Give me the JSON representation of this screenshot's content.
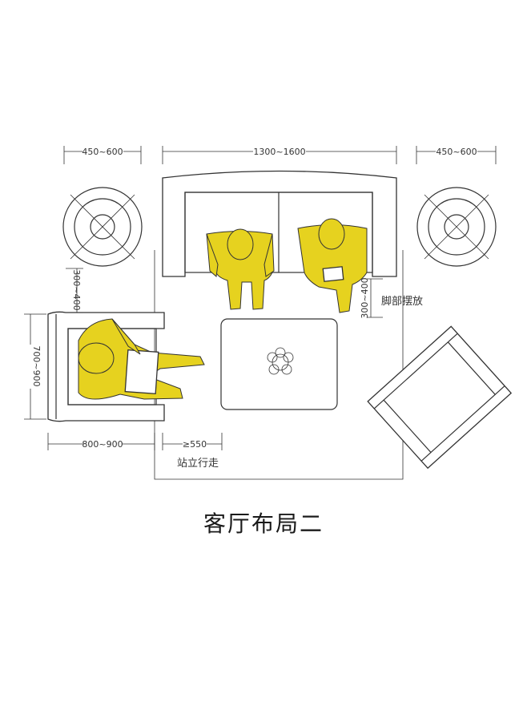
{
  "title": "客厅布局二",
  "dimensions": {
    "left_table_width": "450~600",
    "sofa_width": "1300~1600",
    "right_table_width": "450~600",
    "armchair_gap": "300~400",
    "foot_gap": "300~400",
    "armchair_depth": "700~900",
    "armchair_width": "800~900",
    "walkway": "≥550"
  },
  "notes": {
    "foot_area": "脚部摆放",
    "walkway": "站立行走"
  },
  "colors": {
    "person": "#e6d21f",
    "line": "#333333"
  }
}
